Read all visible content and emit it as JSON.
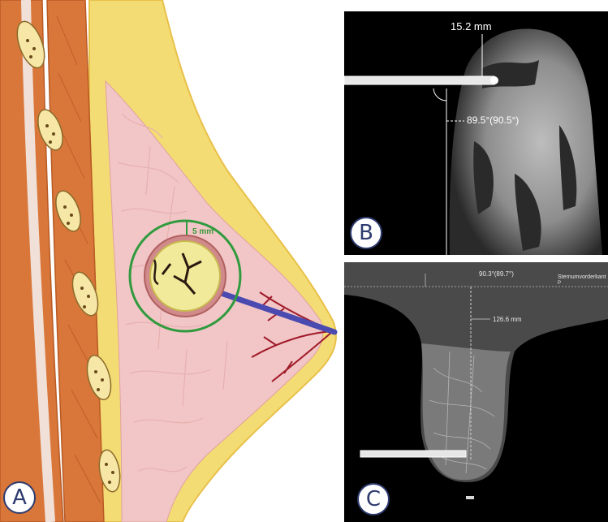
{
  "panels": {
    "a": {
      "letter": "A",
      "margin_label": "5 mm"
    },
    "b": {
      "letter": "B",
      "distance_label": "15.2 mm",
      "angle_label": "89.5°(90.5°)"
    },
    "c": {
      "letter": "C",
      "angle_label": "90.3°(89.7°)",
      "reference_label": "Sternumvorderkant",
      "reference_sub": "P",
      "distance_label": "126.6 mm"
    }
  },
  "colors": {
    "panel_letter": "#2d3b6e",
    "margin_ring": "#2f9a3e",
    "wire": "#4a4ab0",
    "fat": "#f4dc74",
    "muscle": "#d9773a",
    "gland": "#f2c6c6"
  }
}
